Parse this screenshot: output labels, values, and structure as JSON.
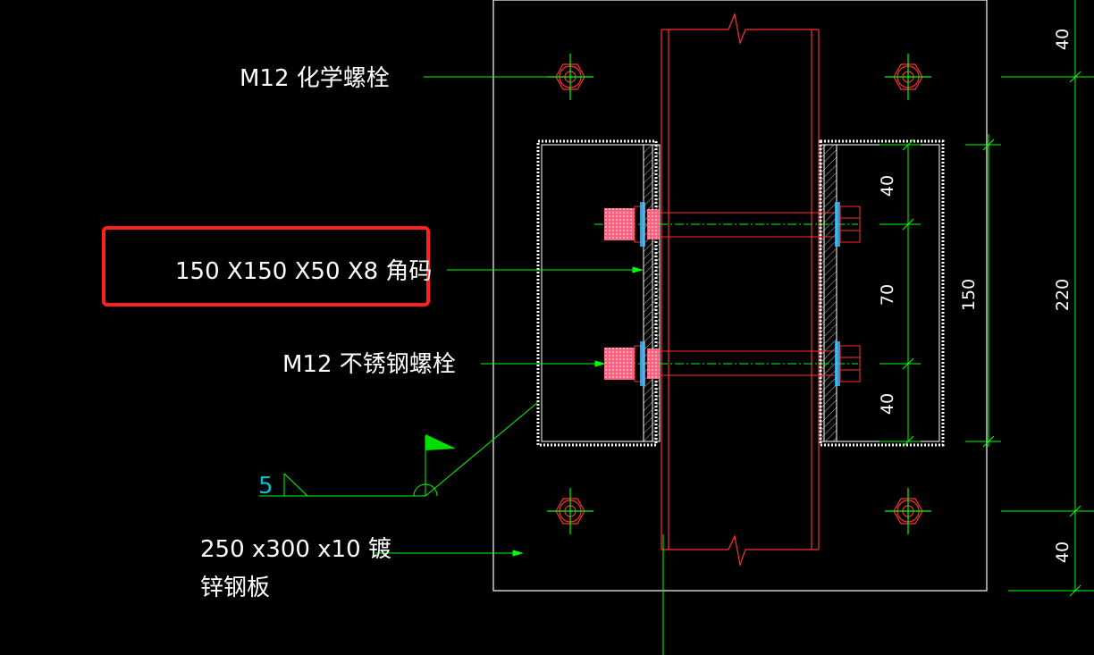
{
  "labels": {
    "chem_bolt": "M12 化学螺栓",
    "angle_code": "150 X150 X50 X8 角码",
    "ss_bolt": "M12 不锈钢螺栓",
    "plate_line1": "250 x300 x10 镀",
    "plate_line2": "锌钢板",
    "weld_size": "5"
  },
  "dimensions": {
    "top_40": "40",
    "seg_40_top": "40",
    "seg_70": "70",
    "seg_40_bottom": "40",
    "total_150": "150",
    "total_220": "220",
    "bottom_40": "40"
  },
  "colors": {
    "background": "#000000",
    "plate": "#ffffff",
    "steel": "#ff3030",
    "dimension": "#00ff00",
    "highlight": "#ff2020",
    "bolt_fill": "#ff8090",
    "washer": "#40c0ff",
    "weld_flag": "#00e000"
  }
}
